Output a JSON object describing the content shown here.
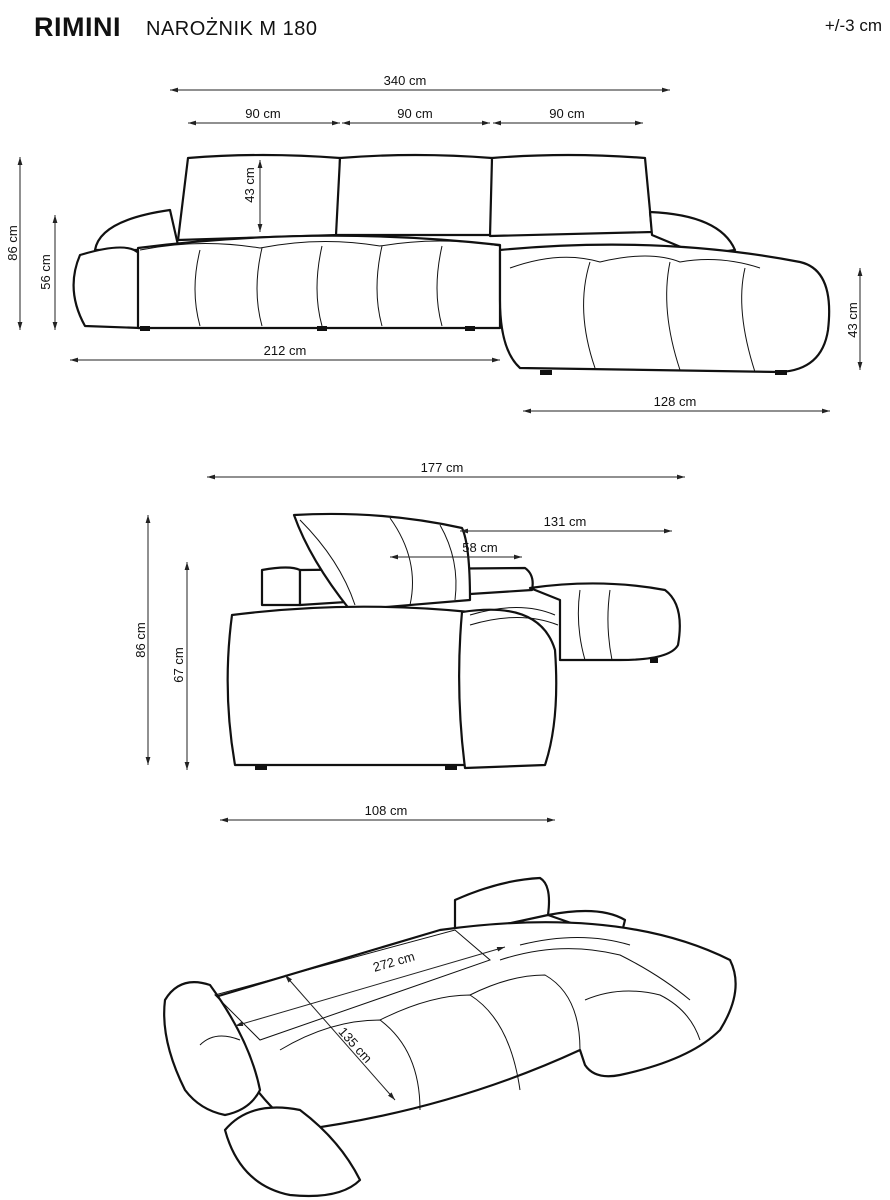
{
  "header": {
    "title": "RIMINI",
    "subtitle": "NAROŻNIK  M 180",
    "tolerance": "+/-3 cm"
  },
  "front_view": {
    "total_width": "340 cm",
    "cushion_widths": [
      "90 cm",
      "90 cm",
      "90 cm"
    ],
    "total_height": "86 cm",
    "armrest_height": "56 cm",
    "back_cushion_height": "43 cm",
    "main_width": "212 cm",
    "chaise_width": "128 cm",
    "seat_height": "43 cm"
  },
  "side_view": {
    "total_depth": "177 cm",
    "chaise_depth": "131 cm",
    "seat_depth": "58 cm",
    "total_height": "86 cm",
    "back_height": "67 cm",
    "base_depth": "108 cm"
  },
  "bed_view": {
    "sleep_length": "272 cm",
    "sleep_width": "135 cm"
  }
}
